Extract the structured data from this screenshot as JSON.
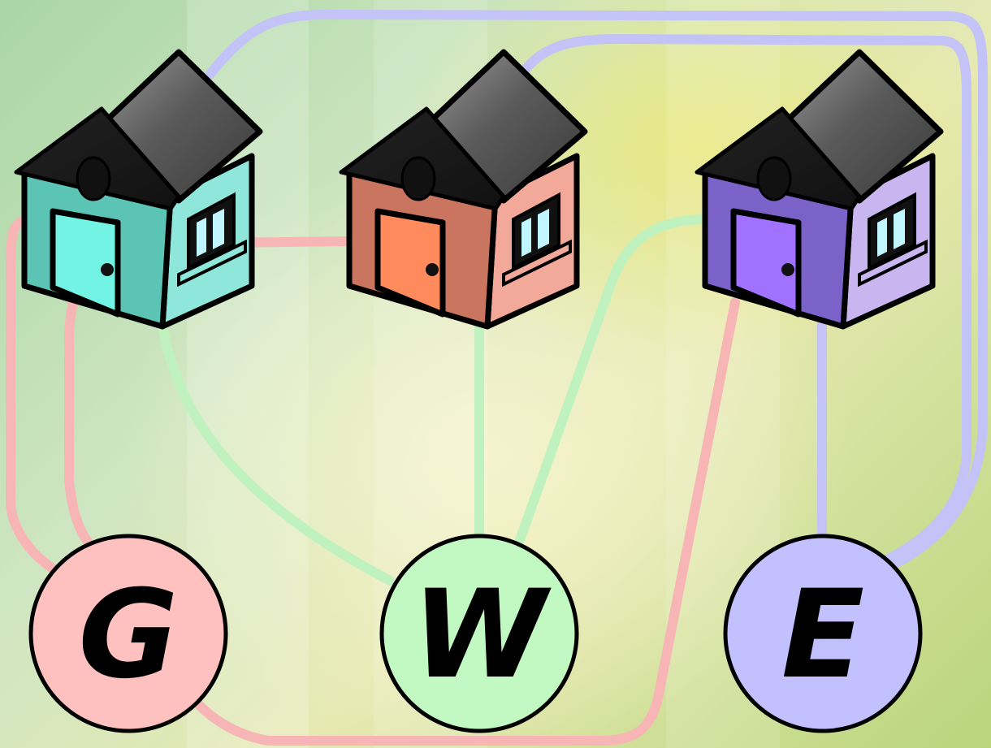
{
  "puzzle": {
    "houses": [
      {
        "id": "house-1",
        "wall": "#5cc4b4",
        "side": "#8fe6da",
        "door": "#73f3e4",
        "window_glass": "#bff6ff"
      },
      {
        "id": "house-2",
        "wall": "#c9755f",
        "side": "#f2a99a",
        "door": "#ff8a5c",
        "window_glass": "#bff6ff"
      },
      {
        "id": "house-3",
        "wall": "#7b62c9",
        "side": "#c9b6f1",
        "door": "#a072ff",
        "window_glass": "#bff6ff"
      }
    ],
    "utilities": [
      {
        "id": "gas",
        "label": "G",
        "fill": "#ffc0c0"
      },
      {
        "id": "water",
        "label": "W",
        "fill": "#c2f9c2"
      },
      {
        "id": "electric",
        "label": "E",
        "fill": "#c2c0ff"
      }
    ],
    "line_colors": {
      "gas": "#f7b5b5",
      "water": "#bff2bf",
      "electric": "#c3c3f8"
    },
    "roof_color": "#4a4a4a"
  }
}
